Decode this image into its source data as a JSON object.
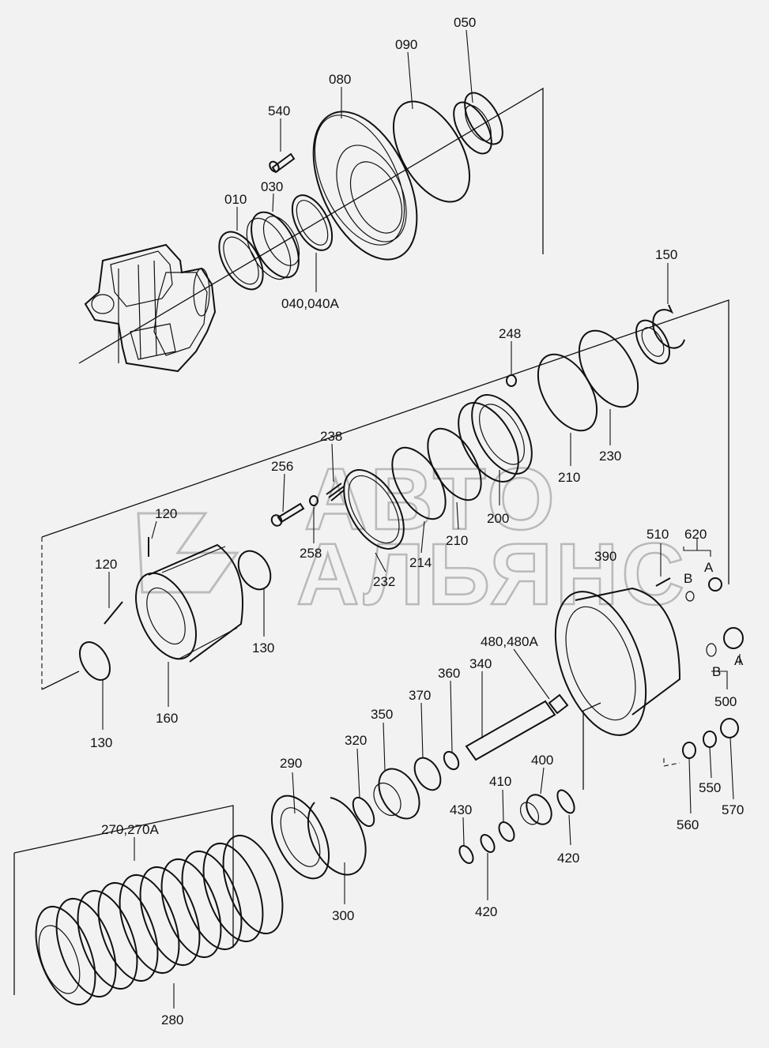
{
  "watermark": {
    "line1": "АВТО",
    "line2": "АЛЬЯНС"
  },
  "labels": {
    "p050": "050",
    "p090": "090",
    "p080": "080",
    "p540": "540",
    "p010": "010",
    "p030": "030",
    "p040": "040,040A",
    "p150": "150",
    "p248": "248",
    "p238": "238",
    "p256": "256",
    "p258": "258",
    "p232": "232",
    "p214": "214",
    "p210a": "210",
    "p200": "200",
    "p210b": "210",
    "p230": "230",
    "p120a": "120",
    "p120b": "120",
    "p130a": "130",
    "p130b": "130",
    "p160": "160",
    "p510": "510",
    "p620": "620",
    "p390": "390",
    "pA1": "A",
    "pB1": "B",
    "pA2": "A",
    "pB2": "B",
    "p500": "500",
    "p480": "480,480A",
    "p340": "340",
    "p360": "360",
    "p370": "370",
    "p350": "350",
    "p320": "320",
    "p290": "290",
    "p400": "400",
    "p410": "410",
    "p430": "430",
    "p420a": "420",
    "p420b": "420",
    "p300": "300",
    "p560": "560",
    "p550": "550",
    "p570": "570",
    "p270": "270,270A",
    "p280": "280"
  }
}
